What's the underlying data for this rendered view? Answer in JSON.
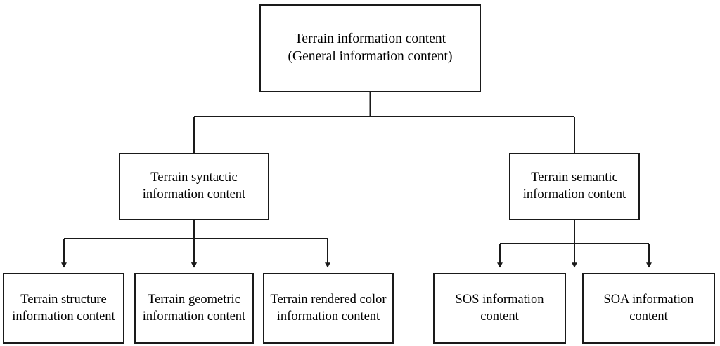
{
  "diagram": {
    "type": "hierarchy-tree",
    "orientation": "top-down",
    "background_color": "#ffffff",
    "line_color": "#1a1a1a",
    "text_color": "#000000",
    "levels": 3,
    "nodes": {
      "root": {
        "label": "Terrain information content\n(General information content)",
        "line1": "Terrain information content",
        "line2": "(General information content)"
      },
      "syntactic": {
        "label": "Terrain syntactic\ninformation content",
        "line1": "Terrain syntactic",
        "line2": "information content"
      },
      "semantic": {
        "label": "Terrain semantic\ninformation content",
        "line1": "Terrain semantic",
        "line2": "information content"
      },
      "structure": {
        "label": "Terrain structure\ninformation content",
        "line1": "Terrain structure",
        "line2": "information content"
      },
      "geometric": {
        "label": "Terrain geometric\ninformation content",
        "line1": "Terrain geometric",
        "line2": "information content"
      },
      "rendered": {
        "label": "Terrain rendered color\ninformation content",
        "line1": "Terrain rendered color",
        "line2": "information content"
      },
      "sos": {
        "label": "SOS information\ncontent",
        "line1": "SOS information",
        "line2": "content"
      },
      "soa": {
        "label": "SOA information\ncontent",
        "line1": "SOA information",
        "line2": "content"
      }
    },
    "edges": [
      {
        "from": "root",
        "to": "syntactic",
        "arrow": "down"
      },
      {
        "from": "root",
        "to": "semantic",
        "arrow": "down"
      },
      {
        "from": "syntactic",
        "to": "structure",
        "arrow": "down"
      },
      {
        "from": "syntactic",
        "to": "geometric",
        "arrow": "down"
      },
      {
        "from": "syntactic",
        "to": "rendered",
        "arrow": "down"
      },
      {
        "from": "semantic",
        "to": "sos",
        "arrow": "down"
      },
      {
        "from": "semantic",
        "to": "soa",
        "arrow": "down"
      }
    ]
  }
}
